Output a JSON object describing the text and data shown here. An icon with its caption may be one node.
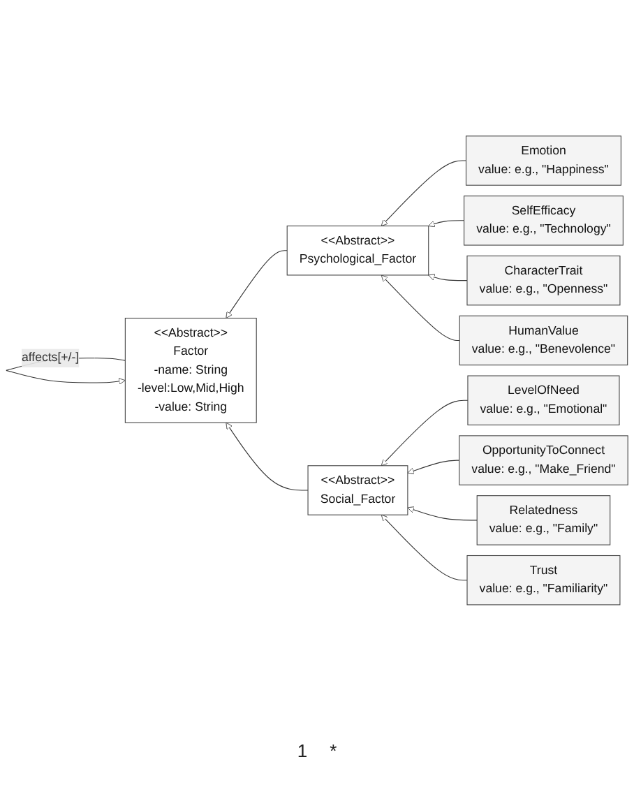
{
  "diagram": {
    "nodes": [
      {
        "text": [
          "<<Abstract>>",
          "Factor",
          "-name: String",
          "-level:Low,Mid,High",
          "-value: String"
        ]
      },
      {
        "text": [
          "<<Abstract>>",
          "Psychological_Factor"
        ]
      },
      {
        "text": [
          "Emotion",
          "value: e.g., \"Happiness\""
        ]
      },
      {
        "text": [
          "SelfEfficacy",
          "value: e.g., \"Technology\""
        ]
      },
      {
        "text": [
          "CharacterTrait",
          "value: e.g., \"Openness\""
        ]
      },
      {
        "text": [
          "HumanValue",
          "value: e.g., \"Benevolence\""
        ]
      },
      {
        "text": [
          "<<Abstract>>",
          "Social_Factor"
        ]
      },
      {
        "text": [
          "LevelOfNeed",
          "value: e.g., \"Emotional\""
        ]
      },
      {
        "text": [
          "OpportunityToConnect",
          "value: e.g., \"Make_Friend\""
        ]
      },
      {
        "text": [
          "Relatedness",
          "value: e.g., \"Family\""
        ]
      },
      {
        "text": [
          "Trust",
          "value: e.g., \"Familiarity\""
        ]
      }
    ],
    "edges": [
      {
        "from": 0,
        "to": 0,
        "arrow": "to",
        "label": "affects[+/-]"
      },
      {
        "from": 1,
        "to": 0,
        "arrow": "to"
      },
      {
        "from": 6,
        "to": 0,
        "arrow": "to"
      },
      {
        "from": 2,
        "to": 1,
        "arrow": "to"
      },
      {
        "from": 3,
        "to": 1,
        "arrow": "to"
      },
      {
        "from": 4,
        "to": 1,
        "arrow": "to"
      },
      {
        "from": 5,
        "to": 1,
        "arrow": "to"
      },
      {
        "from": 7,
        "to": 6,
        "arrow": "to"
      },
      {
        "from": 8,
        "to": 6,
        "arrow": "to"
      },
      {
        "from": 9,
        "to": 6,
        "arrow": "to"
      },
      {
        "from": 10,
        "to": 6,
        "arrow": "to"
      }
    ],
    "labels": [
      "1",
      "*"
    ]
  }
}
